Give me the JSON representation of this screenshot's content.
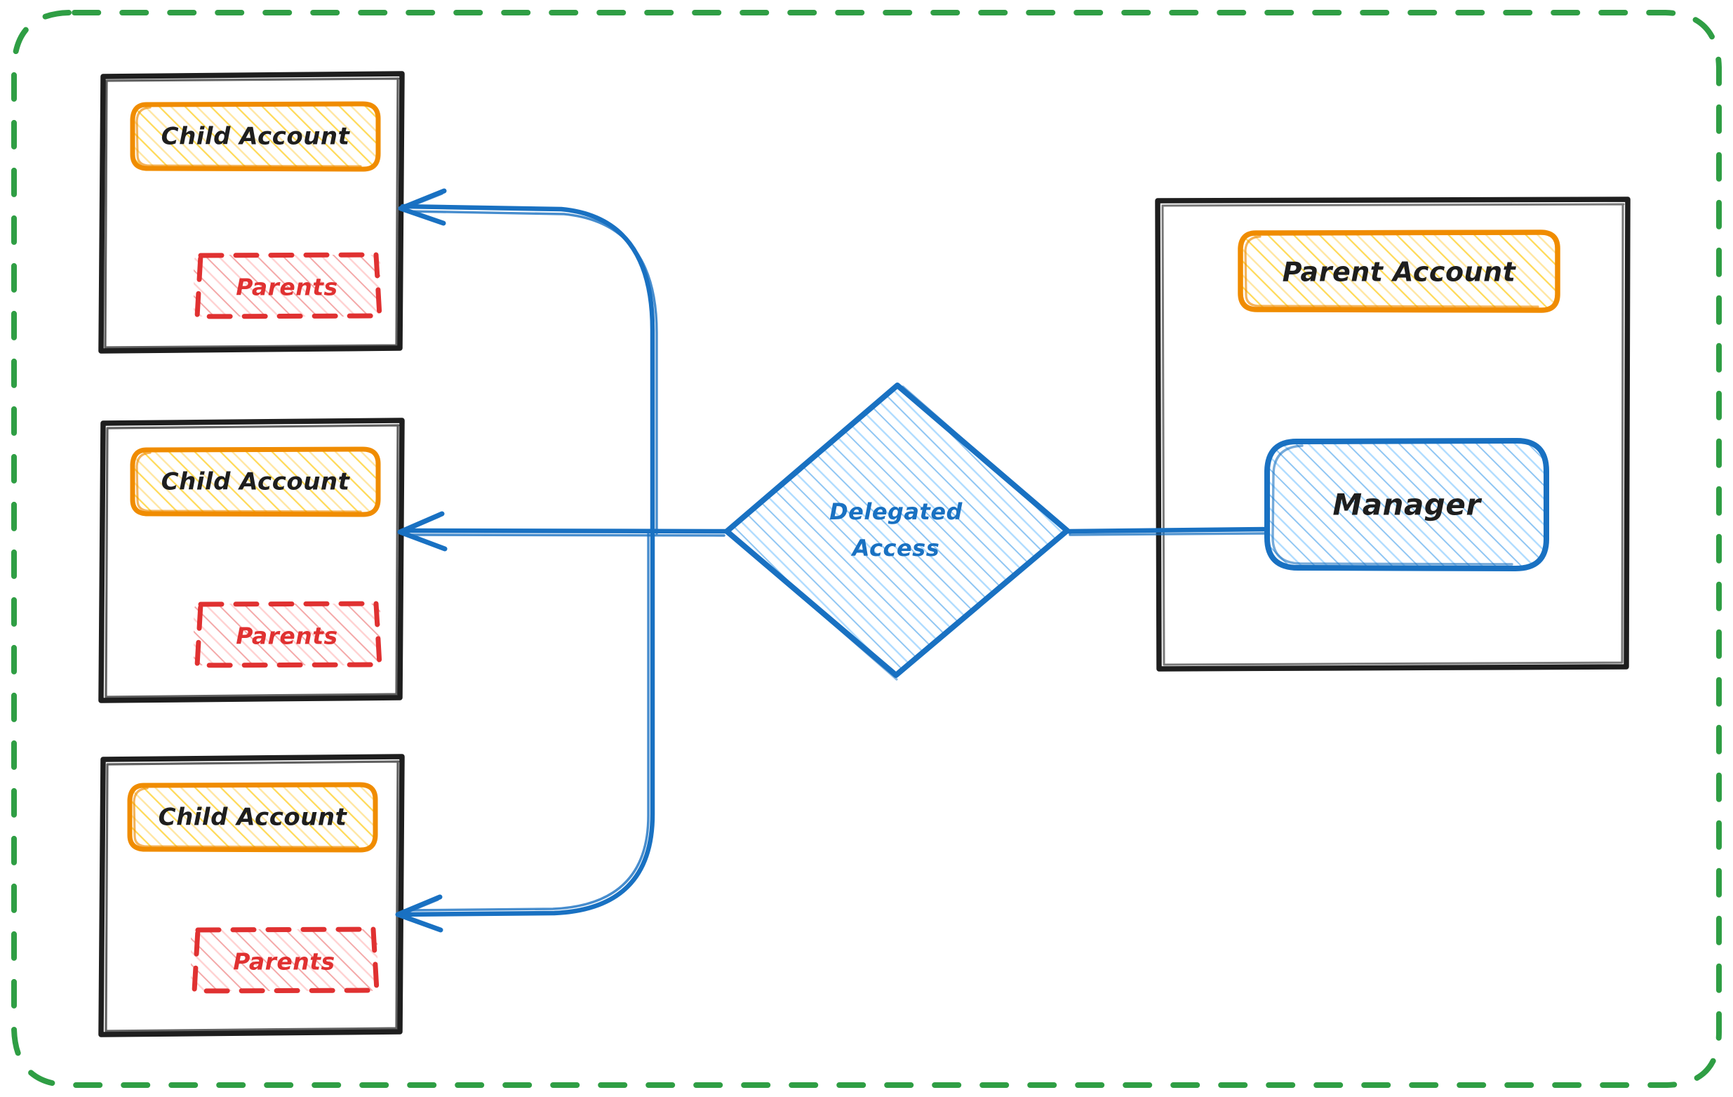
{
  "diagram": {
    "type": "flow",
    "title": "Delegated Access",
    "outer_boundary": {
      "style": "dashed-rounded",
      "color": "#2f9e44"
    },
    "colors": {
      "boundary_green": "#2f9e44",
      "panel_black": "#1e1e1e",
      "account_orange": "#f08c00",
      "account_fill_yellow": "#ffec99",
      "parents_red": "#e03131",
      "parents_fill_pink": "#ffc9c9",
      "link_blue": "#1971c2",
      "node_fill_blue": "#a5d8ff"
    },
    "child_panels": [
      {
        "id": "child-panel-1",
        "account": {
          "label": "Child Account",
          "color": "#f08c00"
        },
        "parents": {
          "label": "Parents",
          "color": "#e03131"
        }
      },
      {
        "id": "child-panel-2",
        "account": {
          "label": "Child Account",
          "color": "#f08c00"
        },
        "parents": {
          "label": "Parents",
          "color": "#e03131"
        }
      },
      {
        "id": "child-panel-3",
        "account": {
          "label": "Child Account",
          "color": "#f08c00"
        },
        "parents": {
          "label": "Parents",
          "color": "#e03131"
        }
      }
    ],
    "decision_node": {
      "id": "delegated-access-diamond",
      "shape": "diamond",
      "label_line1": "Delegated",
      "label_line2": "Access",
      "color": "#1971c2"
    },
    "parent_panel": {
      "id": "parent-panel",
      "account": {
        "label": "Parent Account",
        "color": "#f08c00"
      },
      "manager": {
        "label": "Manager",
        "color": "#1971c2"
      }
    },
    "connections": [
      {
        "from": "manager",
        "to": "delegated-access-diamond",
        "arrow": false
      },
      {
        "from": "delegated-access-diamond",
        "to": "child-panel-1",
        "arrow": true
      },
      {
        "from": "delegated-access-diamond",
        "to": "child-panel-2",
        "arrow": true
      },
      {
        "from": "delegated-access-diamond",
        "to": "child-panel-3",
        "arrow": true
      }
    ]
  }
}
